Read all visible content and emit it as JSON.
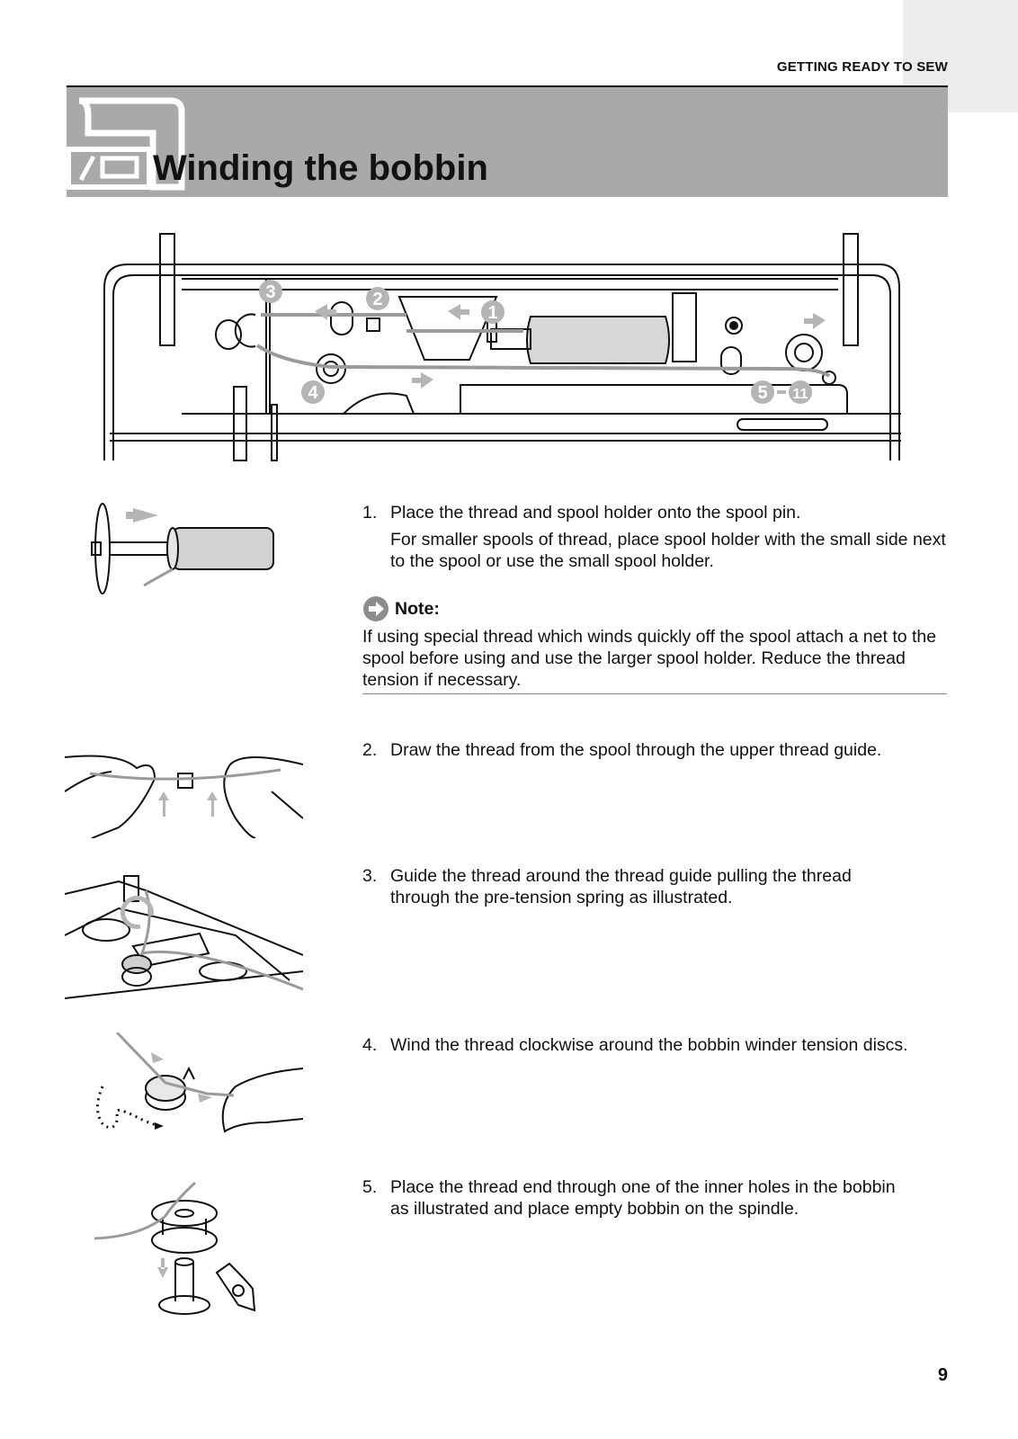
{
  "header": {
    "section": "GETTING READY TO SEW",
    "title": "Winding the bobbin"
  },
  "diagram": {
    "callouts": [
      "1",
      "2",
      "3",
      "4",
      "5",
      "11"
    ]
  },
  "steps": [
    {
      "number": "1.",
      "text": "Place the thread and spool holder onto the spool pin.",
      "sub": "For smaller spools of thread, place spool holder with the small side next to the spool or use the small spool holder."
    },
    {
      "number": "2.",
      "text": "Draw the thread from the spool through the upper thread guide."
    },
    {
      "number": "3.",
      "text": "Guide the thread around the thread guide pulling the thread through the pre-tension spring as illustrated."
    },
    {
      "number": "4.",
      "text": "Wind the thread clockwise around the bobbin winder tension discs."
    },
    {
      "number": "5.",
      "text": "Place the thread end through one of the inner holes in the bobbin as illustrated and place empty bobbin on the spindle."
    }
  ],
  "note": {
    "label": "Note:",
    "text": "If using special thread which winds quickly off the spool attach a net to the spool before using and use the larger spool holder. Reduce the thread tension if necessary."
  },
  "footer": {
    "page_number": "9"
  }
}
